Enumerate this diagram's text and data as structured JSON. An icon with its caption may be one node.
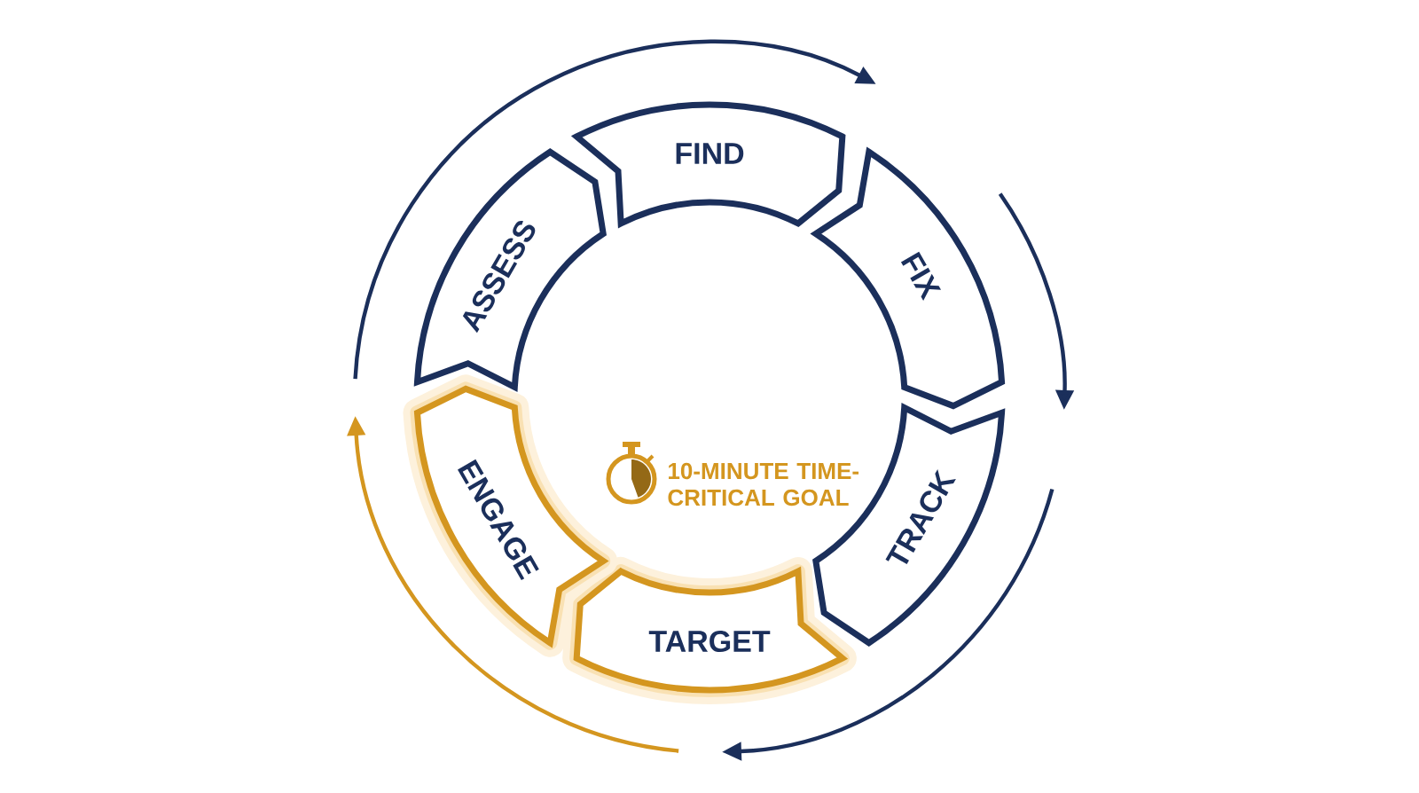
{
  "diagram": {
    "nodes": [
      {
        "text": [
          "FIND"
        ]
      },
      {
        "text": [
          "FIX"
        ]
      },
      {
        "text": [
          "TRACK"
        ]
      },
      {
        "text": [
          "TARGET"
        ]
      },
      {
        "text": [
          "ENGAGE"
        ]
      },
      {
        "text": [
          "ASSESS"
        ]
      }
    ],
    "labels": [
      "10-MINUTE TIME-CRITICAL GOAL"
    ]
  }
}
